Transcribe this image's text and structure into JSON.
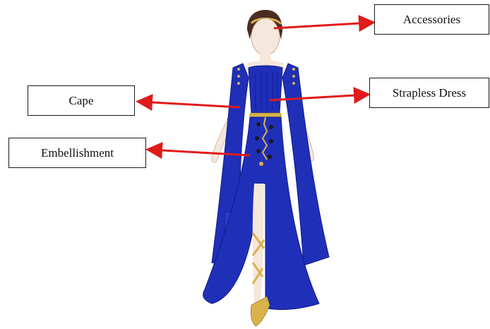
{
  "labels": {
    "accessories": "Accessories",
    "cape": "Cape",
    "strapless_dress": "Strapless Dress",
    "embellishment": "Embellishment"
  },
  "colors": {
    "garment_blue": "#1f2fb8",
    "garment_shadow": "#101c8a",
    "arrow_red": "#e01b1b",
    "gold": "#d9b24a",
    "skin": "#f6e7dc",
    "hair": "#4a2d22"
  }
}
